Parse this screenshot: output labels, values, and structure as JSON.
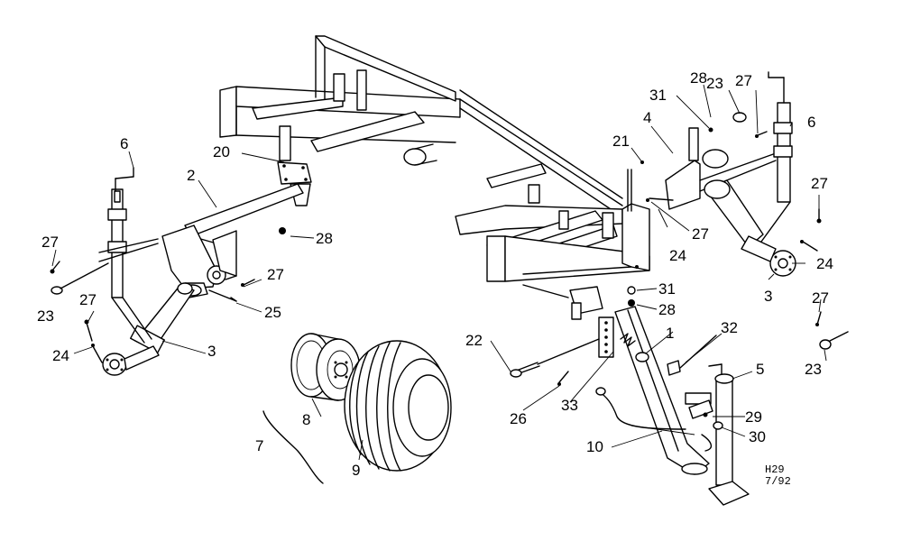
{
  "labels": {
    "l1": "1",
    "l2": "2",
    "l3a": "3",
    "l3b": "3",
    "l4": "4",
    "l5": "5",
    "l6a": "6",
    "l6b": "6",
    "l7": "7",
    "l8": "8",
    "l9": "9",
    "l10": "10",
    "l20": "20",
    "l21": "21",
    "l22": "22",
    "l23a": "23",
    "l23b": "23",
    "l23c": "23",
    "l24a": "24",
    "l24b": "24",
    "l24c": "24",
    "l25": "25",
    "l26": "26",
    "l27a": "27",
    "l27b": "27",
    "l27c": "27",
    "l27d": "27",
    "l27e": "27",
    "l27f": "27",
    "l27g": "27",
    "l28a": "28",
    "l28b": "28",
    "l28c": "28",
    "l29": "29",
    "l30": "30",
    "l31a": "31",
    "l31b": "31",
    "l32": "32",
    "l33": "33"
  },
  "drawing_code": {
    "line1": "H29",
    "line2": "7/92"
  }
}
